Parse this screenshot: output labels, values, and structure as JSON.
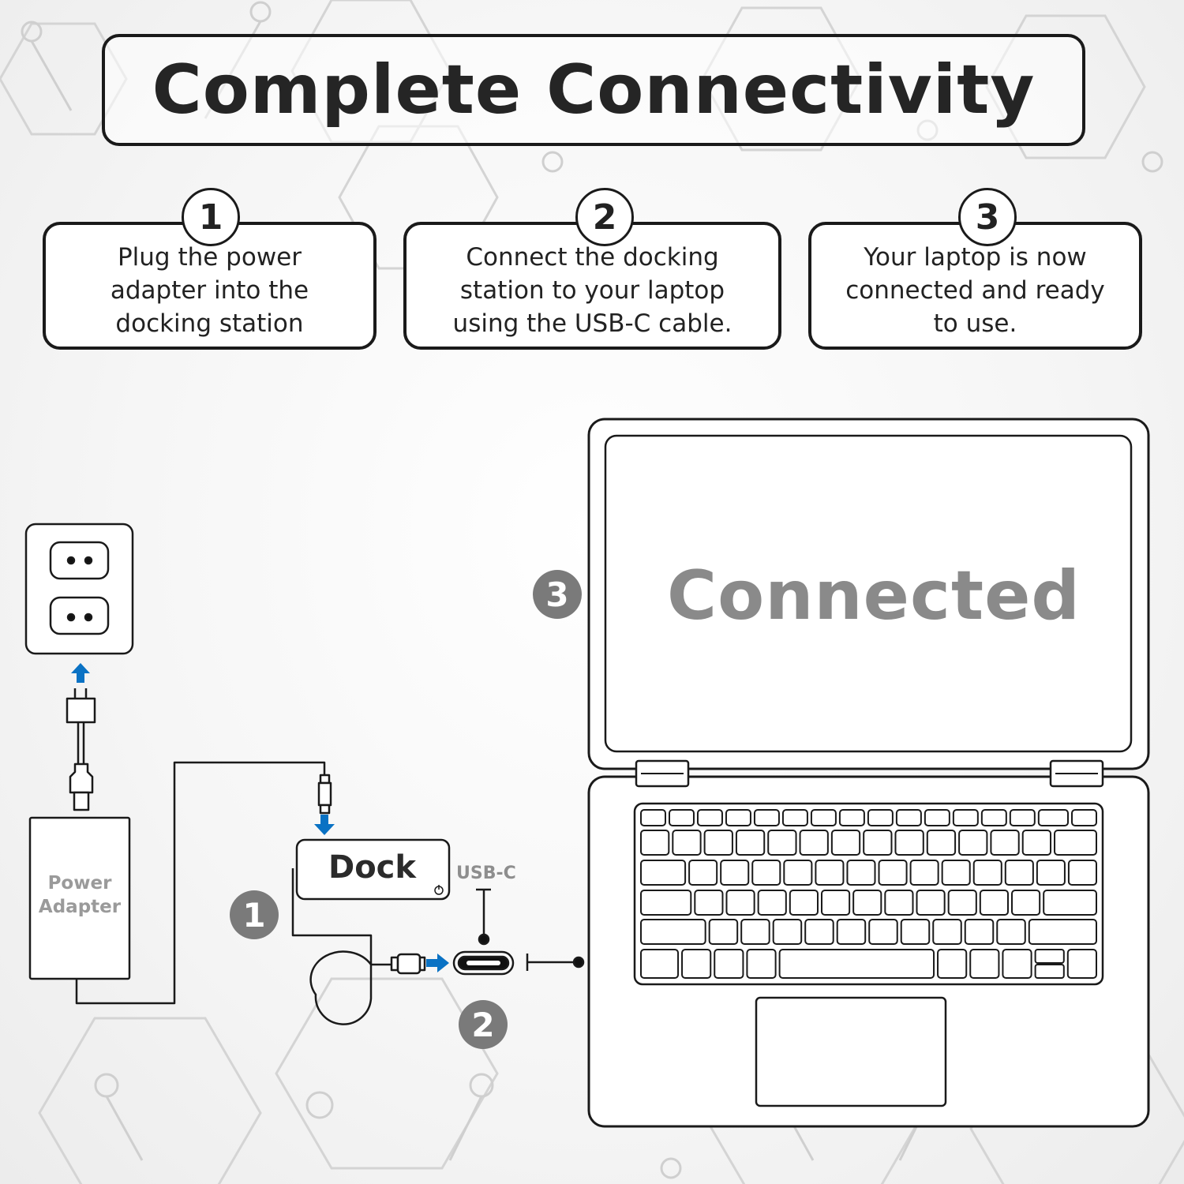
{
  "title": "Complete Connectivity",
  "steps": [
    {
      "number": "1",
      "text": "Plug the power\nadapter into the\ndocking station"
    },
    {
      "number": "2",
      "text": "Connect the docking\nstation to your laptop\nusing the USB-C cable."
    },
    {
      "number": "3",
      "text": "Your laptop is now\nconnected and ready\nto use."
    }
  ],
  "diagram": {
    "power_adapter_label": "Power\nAdapter",
    "dock_label": "Dock",
    "usbc_label": "USB-C",
    "screen_text": "Connected",
    "badges": [
      "1",
      "2",
      "3"
    ]
  },
  "colors": {
    "arrow": "#0a72c4",
    "badge": "#7a7a7a",
    "outline": "#1a1a1a"
  }
}
